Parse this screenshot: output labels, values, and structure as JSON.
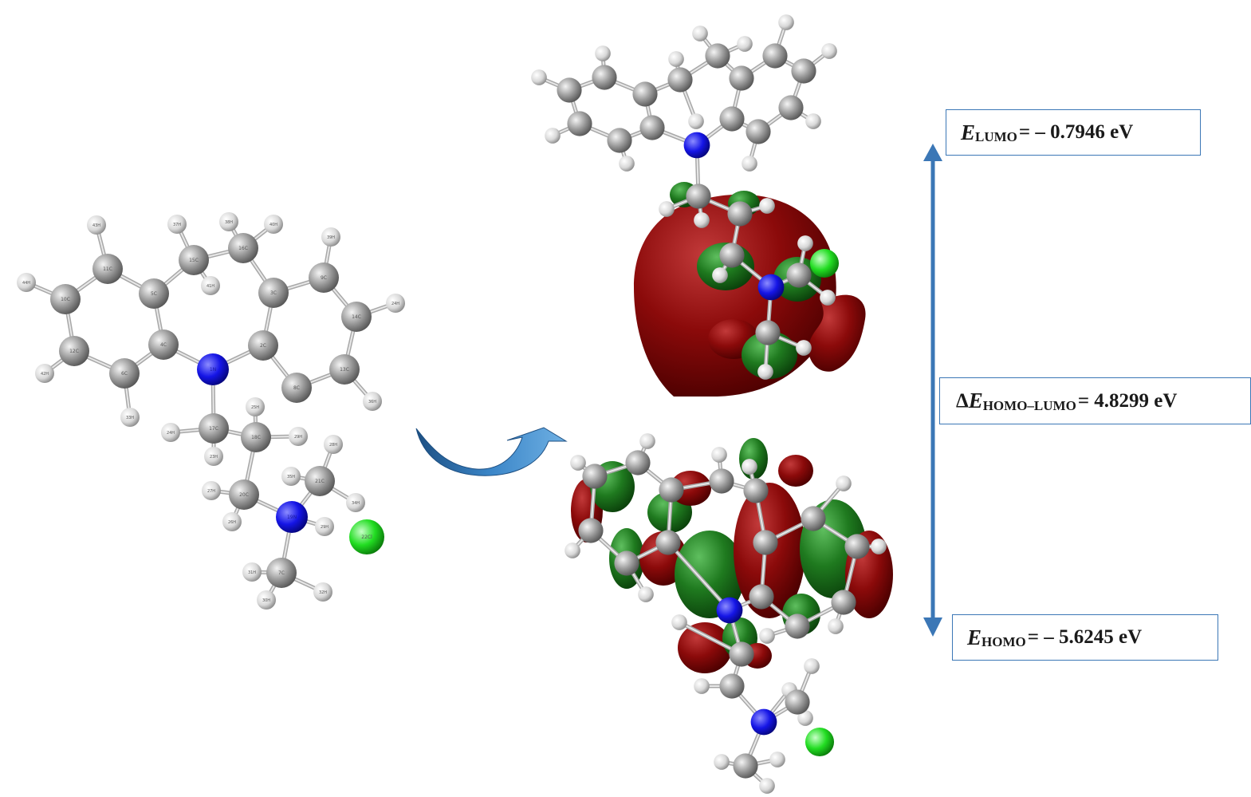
{
  "energies": {
    "lumo": {
      "symbol": "E",
      "subscript": "LUMO",
      "value": "= – 0.7946 eV"
    },
    "homo": {
      "symbol": "E",
      "subscript": "HOMO",
      "value": "= – 5.6245 eV"
    },
    "gap": {
      "delta": "Δ",
      "symbol": "E",
      "subscript": "HOMO–LUMO",
      "value": " = 4.8299 eV"
    }
  },
  "atom_labels": {
    "n1": "1N",
    "c2": "2C",
    "c3": "3C",
    "c4": "4C",
    "c5": "5C",
    "c6": "6C",
    "c7": "7C",
    "c8": "8C",
    "c9": "9C",
    "c10": "10C",
    "c11": "11C",
    "c12": "12C",
    "c13": "13C",
    "c14": "14C",
    "c15": "15C",
    "c16": "16C",
    "c17": "17C",
    "c18": "18C",
    "n19": "19N",
    "c20": "20C",
    "c21": "21C",
    "cl22": "22Cl",
    "h23": "23H",
    "h24": "24H",
    "h25": "25H",
    "h26": "26H",
    "h27": "27H",
    "h28": "28H",
    "h29": "29H",
    "h30": "30H",
    "h31": "31H",
    "h32": "32H",
    "h33": "33H",
    "h34": "34H",
    "h35": "35H",
    "h36": "36H",
    "h37": "37H",
    "h38": "38H",
    "h39": "39H",
    "h40": "40H",
    "h41": "41H",
    "h42": "42H",
    "h43": "43H",
    "h44": "44H"
  },
  "colors": {
    "carbon": "#8c8c8c",
    "hydrogen": "#e0e0e0",
    "nitrogen": "#1a1aff",
    "chlorine": "#22dd22",
    "orbital_red": "#8b0a0a",
    "orbital_green": "#1f7a1f",
    "arrow_blue": "#3b77b6",
    "curved_arrow": "#2f6ea8"
  }
}
